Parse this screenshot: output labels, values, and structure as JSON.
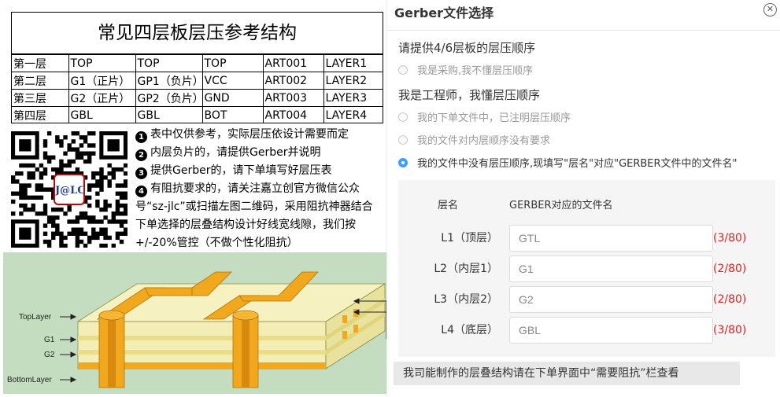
{
  "reference": {
    "title": "常见四层板层压参考结构",
    "rows": [
      [
        "第一层",
        "TOP",
        "TOP",
        "TOP",
        "ART001",
        "LAYER1"
      ],
      [
        "第二层",
        "G1（正片）",
        "GP1（负片）",
        "VCC",
        "ART002",
        "LAYER2"
      ],
      [
        "第三层",
        "G2（正片）",
        "GP2（负片）",
        "GND",
        "ART003",
        "LAYER3"
      ],
      [
        "第四层",
        "GBL",
        "GBL",
        "BOT",
        "ART004",
        "LAYER4"
      ]
    ]
  },
  "qr": {
    "badge": "J@LC"
  },
  "notes": [
    {
      "bullet": "1",
      "text": "表中仅供参考，实际层压依设计需要而定"
    },
    {
      "bullet": "2",
      "text": "内层负片的，请提供Gerber并说明"
    },
    {
      "bullet": "3",
      "text": "提供Gerber的，请下单填写好层压表"
    },
    {
      "bullet": "4",
      "text": "有阻抗要求的，请关注嘉立创官方微信公众号“sz-jlc”或扫描左图二维码，采用阻抗神器结合下单选择的层叠结构设计好线宽线隙，我们按+/-20%管控（不做个性化阻抗）"
    }
  ],
  "pcb": {
    "labels": [
      "TopLayer",
      "G1",
      "G2",
      "BottomLayer"
    ],
    "colors": {
      "copper": "#f2a81d",
      "substrate": "#f3eeb5",
      "layer": "#e8de8a",
      "background": "#c4dcc0"
    }
  },
  "dialog": {
    "title": "Gerber文件选择",
    "close_icon": "close-circle-icon",
    "q1": "请提供4/6层板的层压顺序",
    "opt_buyer": "我是采购,我不懂层压顺序",
    "q2": "我是工程师，我懂层压顺序",
    "opt_noted": "我的下单文件中，已注明层压顺序",
    "opt_no_req": "我的文件对内层顺序没有要求",
    "opt_fill": "我的文件中没有层压顺序,现填写\"层名\"对应\"GERBER文件中的文件名\"",
    "selected": "opt_fill",
    "accent": "#409eff",
    "table": {
      "head_layer": "层名",
      "head_file": "GERBER对应的文件名",
      "rows": [
        {
          "layer": "L1（顶层）",
          "file": "GTL",
          "count": "(3/80)"
        },
        {
          "layer": "L2（内层1）",
          "file": "G1",
          "count": "(2/80)"
        },
        {
          "layer": "L3（内层2）",
          "file": "G2",
          "count": "(2/80)"
        },
        {
          "layer": "L4（底层）",
          "file": "GBL",
          "count": "(3/80)"
        }
      ]
    },
    "footer": "我司能制作的层叠结构请在下单界面中“需要阻抗”栏查看"
  }
}
